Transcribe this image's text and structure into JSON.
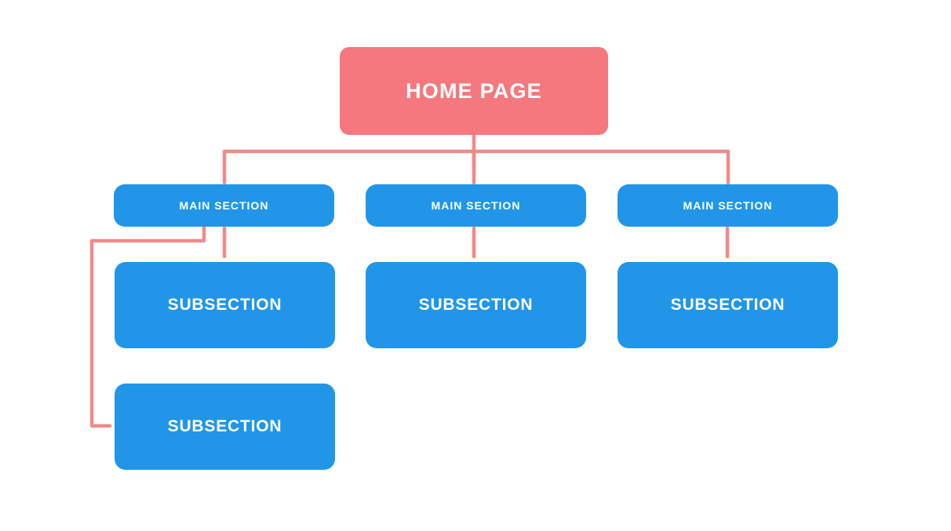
{
  "diagram": {
    "type": "site-map-tree",
    "background_color": "#ffffff",
    "colors": {
      "root_fill": "#f4787e",
      "node_fill": "#2196e8",
      "connector": "#f08a8a",
      "label_text": "#ffffff"
    },
    "root": {
      "label": "HOME PAGE"
    },
    "branches": [
      {
        "main": {
          "label": "MAIN SECTION"
        },
        "subsections": [
          {
            "label": "SUBSECTION"
          },
          {
            "label": "SUBSECTION"
          }
        ]
      },
      {
        "main": {
          "label": "MAIN SECTION"
        },
        "subsections": [
          {
            "label": "SUBSECTION"
          }
        ]
      },
      {
        "main": {
          "label": "MAIN SECTION"
        },
        "subsections": [
          {
            "label": "SUBSECTION"
          }
        ]
      }
    ]
  }
}
